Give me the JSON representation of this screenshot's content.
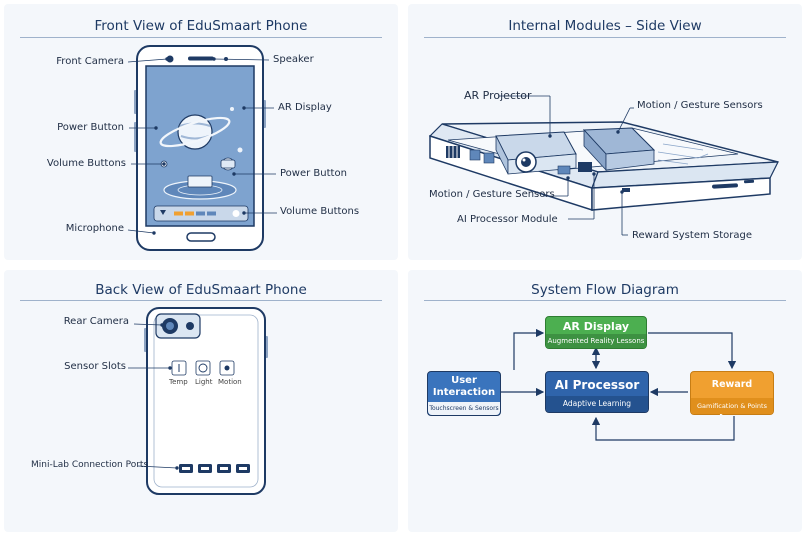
{
  "front": {
    "title": "Front View of EduSmaart Phone",
    "labels": {
      "front_camera": "Front Camera",
      "speaker": "Speaker",
      "ar_display": "AR Display",
      "power_button_left": "Power Button",
      "volume_buttons_left": "Volume Buttons",
      "power_button_right": "Power Button",
      "volume_buttons_right": "Volume Buttons",
      "microphone": "Microphone"
    }
  },
  "internal": {
    "title": "Internal Modules – Side View",
    "labels": {
      "ar_projector": "AR Projector",
      "motion_sensors_top": "Motion / Gesture Sensors",
      "motion_sensors_bottom": "Motion / Gesture Sensors",
      "ai_processor_module": "AI Processor Module",
      "reward_storage": "Reward System Storage"
    }
  },
  "back": {
    "title": "Back View of EduSmaart Phone",
    "labels": {
      "rear_camera": "Rear Camera",
      "sensor_slots": "Sensor Slots",
      "mini_lab_ports": "Mini-Lab Connection Ports"
    },
    "sensors": [
      "Temp",
      "Light",
      "Motion"
    ]
  },
  "flow": {
    "title": "System Flow Diagram",
    "ar_display": {
      "title": "AR Display",
      "subtitle": "Augmented Reality Lessons",
      "color": "#4caf50"
    },
    "ai_processor": {
      "title": "AI Processor",
      "subtitle": "Adaptive Learning",
      "color": "#2f64ab"
    },
    "user_interaction": {
      "title_line1": "User",
      "title_line2": "Interaction",
      "subtitle": "Touchscreen & Sensors",
      "color": "#3a74bd"
    },
    "reward_system": {
      "title": "Reward System",
      "subtitle": "Gamification & Points",
      "color": "#f0a030"
    }
  },
  "colors": {
    "accent": "#2f64ab",
    "line": "#1e3a64",
    "screen": "#7ea3cf"
  }
}
